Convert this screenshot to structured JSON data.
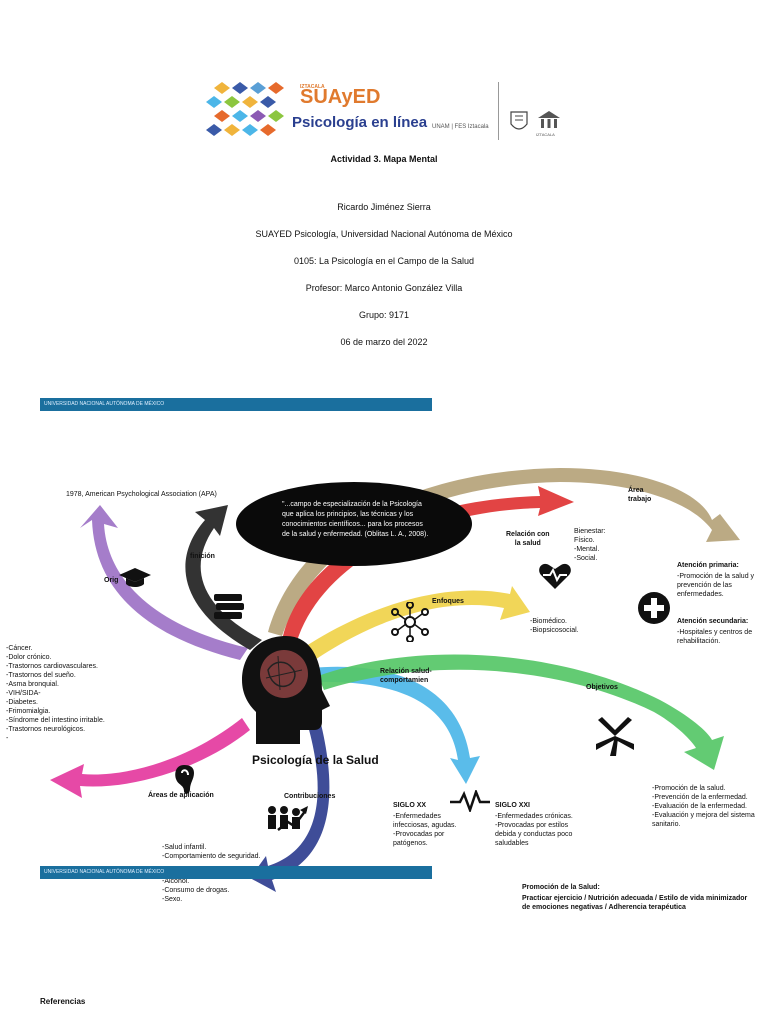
{
  "logo": {
    "brand_small": "IZTACALA",
    "brand": "SUAyED",
    "tagline": "Psicología en línea",
    "sub": "UNAM | FES Iztacala",
    "iztacala": "IZTACALA"
  },
  "header": {
    "title": "Actividad 3. Mapa Mental",
    "author": "Ricardo Jiménez Sierra",
    "program": "SUAYED Psicología, Universidad Nacional Autónoma de México",
    "course": "0105: La Psicología en el Campo de la Salud",
    "professor": "Profesor: Marco Antonio González Villa",
    "group": "Grupo: 9171",
    "date": "06 de marzo del 2022"
  },
  "strip": {
    "top": "UNIVERSIDAD NACIONAL AUTÓNOMA DE MÉXICO",
    "bottom": "UNIVERSIDAD NACIONAL AUTÓNOMA DE MÉXICO"
  },
  "map": {
    "central": "Psicología de la Salud",
    "definition": "\"...campo de especialización de la Psicología que aplica los principios, las técnicas y los conocimientos científicos... para los procesos de la salud y enfermedad. (Oblitas L. A., 2008).",
    "apa": "1978, American Psychological Association (APA)",
    "origen": "Orig",
    "definicion": "finición",
    "relacion_salud": "Relación con\nla salud",
    "bienestar": "Bienestar:\nFísico.\n-Mental.\n-Social.",
    "areas_trabajo": "Área\ntrabajo",
    "atencion_primaria_title": "Atención primaria:",
    "atencion_primaria_text": "-Promoción de la salud y prevención de las enfermedades.",
    "atencion_secundaria_title": "Atención secundaria:",
    "atencion_secundaria_text": "-Hospitales y centros de rehabilitación.",
    "enfoques": "Enfoques",
    "enfoques_list": "-Biomédico.\n-Biopsicosocial.",
    "relacion_comportamiento": "Relación salud-\ncomportamien",
    "objetivos": "Objetivos",
    "objetivos_list": "-Promoción de la salud.\n-Prevención de la enfermedad.\n-Evaluación de la enfermedad.\n-Evaluación y mejora del sistema sanitario.",
    "enfermedades": "-Cáncer.\n-Dolor crónico.\n-Trastornos cardiovasculares.\n-Trastornos del sueño.\n-Asma bronquial.\n-VIH/SIDA-\n-Diabetes.\n-Frimomialgia.\n-Síndrome del intestino irritable.\n-Trastornos neurológicos.\n-",
    "areas_aplicacion": "Áreas de aplicación",
    "contribuciones": "Contribuciones",
    "contribuciones_list": "-Salud infantil.\n-Comportamiento de seguridad.",
    "contribuciones_list2": "-Alcohol.\n-Consumo de drogas.\n-Sexo.",
    "siglo_xx_title": "SIGLO XX",
    "siglo_xx_text": "-Enfermedades infecciosas, agudas.\n-Provocadas por patógenos.",
    "siglo_xxi_title": "SIGLO XXI",
    "siglo_xxi_text": "-Enfermedades crónicas.\n-Provocadas por estilos debida y conductas poco saludables",
    "promocion_title": "Promoción de la Salud:",
    "promocion_text": "Practicar ejercicio / Nutrición adecuada / Estilo de vida minimizador de emociones negativas / Adherencia terapéutica"
  },
  "footer": {
    "referencias": "Referencias"
  },
  "colors": {
    "purple": "#9b6fc4",
    "black": "#222222",
    "tan": "#b5a37a",
    "red": "#e03434",
    "yellow": "#f0d24a",
    "blue": "#4cb6e8",
    "green": "#56c767",
    "magenta": "#e4399e",
    "navy": "#2f3e8f",
    "strip": "#1a6f9e"
  }
}
